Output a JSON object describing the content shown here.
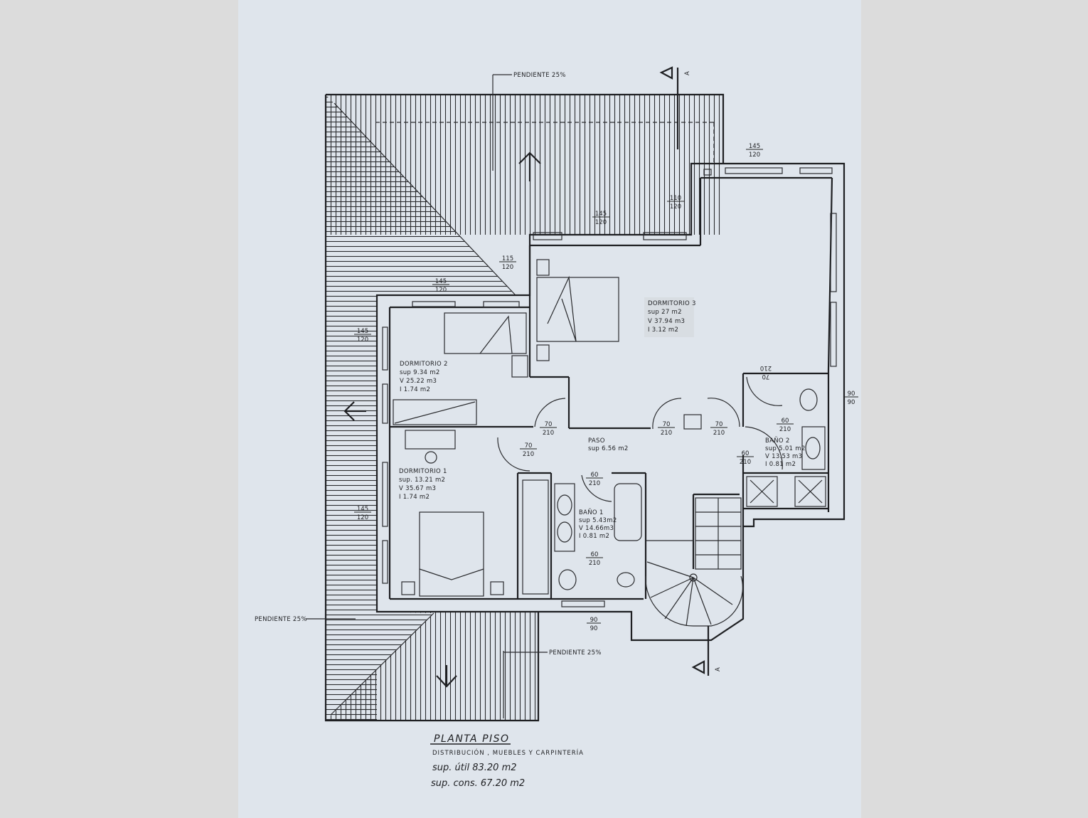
{
  "plan": {
    "title": "PLANTA PISO",
    "subtitle": "DISTRIBUCIÓN , MUEBLES Y CARPINTERÍA",
    "sup_util": "sup. útil  83.20 m2",
    "sup_cons": "sup. cons.  67.20 m2"
  },
  "slope_label": "PENDIENTE 25%",
  "section_marker": "A",
  "rooms": {
    "dormitorio3": {
      "name": "DORMITORIO 3",
      "sup": "sup  27 m2",
      "v": "V  37.94 m3",
      "i": "I  3.12 m2"
    },
    "dormitorio2": {
      "name": "DORMITORIO 2",
      "sup": "sup 9.34 m2",
      "v": "V 25.22 m3",
      "i": "I 1.74 m2"
    },
    "dormitorio1": {
      "name": "DORMITORIO 1",
      "sup": "sup. 13.21 m2",
      "v": "V 35.67 m3",
      "i": "I 1.74 m2"
    },
    "paso": {
      "name": "PASO",
      "sup": "sup 6.56  m2"
    },
    "bano1": {
      "name": "BAÑO 1",
      "sup": "sup 5.43m2",
      "v": "V 14.66m3",
      "i": "I 0.81 m2"
    },
    "bano2": {
      "name": "BAÑO 2",
      "sup": "sup 5.01 m2",
      "v": "V 13.53 m3",
      "i": "I 0.81 m2"
    }
  },
  "dimensions": {
    "d145": "145",
    "d120": "120",
    "d110": "110",
    "d115": "115",
    "d90": "90",
    "d70": "70",
    "d60": "60",
    "d210": "210"
  }
}
